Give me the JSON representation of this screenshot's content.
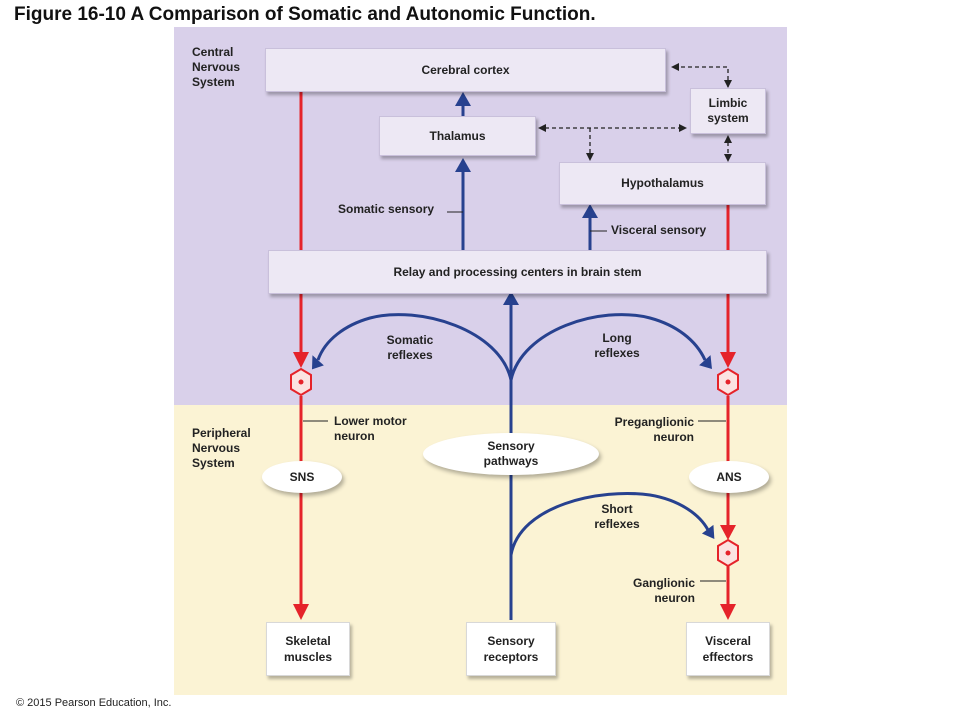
{
  "figure": {
    "title": "Figure 16-10 A Comparison of Somatic and Autonomic Function.",
    "copyright": "© 2015 Pearson Education, Inc."
  },
  "regions": {
    "cns_label": "Central\nNervous\nSystem",
    "pns_label": "Peripheral\nNervous\nSystem"
  },
  "boxes": {
    "cerebral_cortex": "Cerebral cortex",
    "limbic_system": "Limbic\nsystem",
    "thalamus": "Thalamus",
    "hypothalamus": "Hypothalamus",
    "relay_centers": "Relay and processing centers in brain stem",
    "skeletal_muscles": "Skeletal\nmuscles",
    "sensory_receptors": "Sensory\nreceptors",
    "visceral_effectors": "Visceral\neffectors"
  },
  "labels": {
    "somatic_sensory": "Somatic sensory",
    "visceral_sensory": "Visceral sensory",
    "somatic_reflexes": "Somatic\nreflexes",
    "long_reflexes": "Long\nreflexes",
    "lower_motor_neuron": "Lower motor\nneuron",
    "preganglionic_neuron": "Preganglionic\nneuron",
    "short_reflexes": "Short\nreflexes",
    "ganglionic_neuron": "Ganglionic\nneuron"
  },
  "ovals": {
    "sns": "SNS",
    "ans": "ANS",
    "sensory_pathways": "Sensory\npathways"
  },
  "colors": {
    "motor": "#e5232a",
    "sensory": "#27418f",
    "cns_bg": "#d9d0ea",
    "pns_bg": "#fbf3d4"
  }
}
